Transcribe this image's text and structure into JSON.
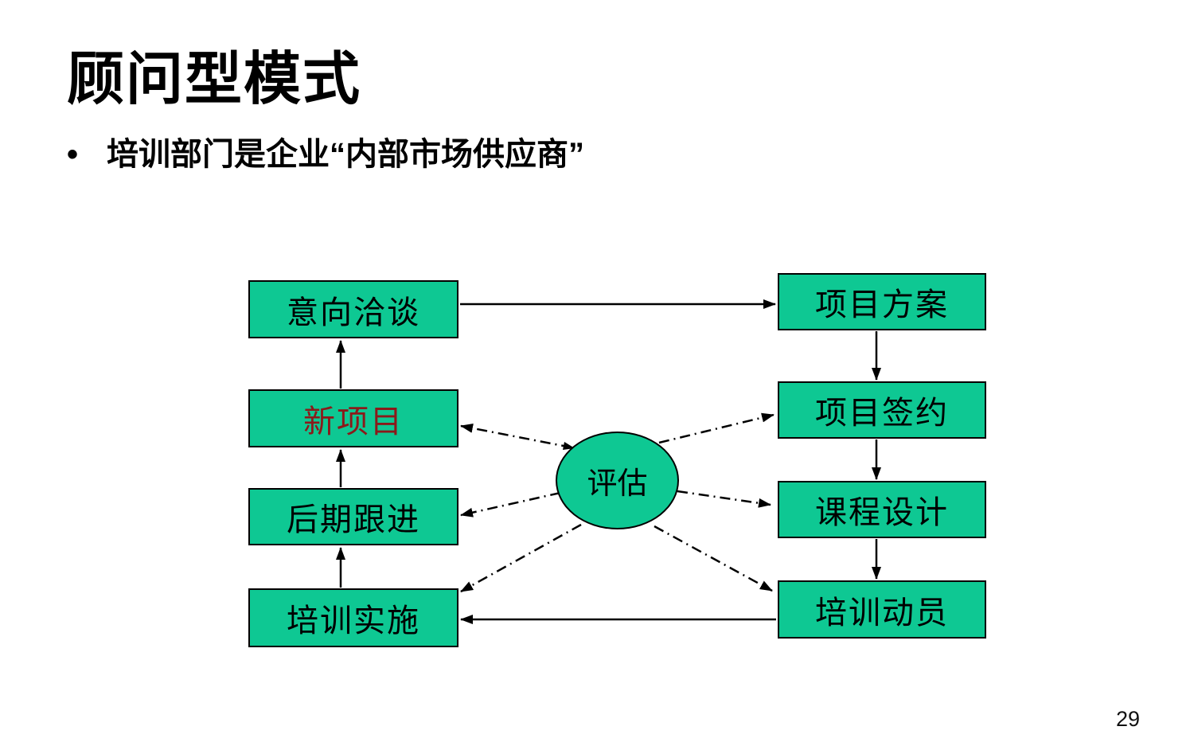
{
  "colors": {
    "node_fill": "#0ec893",
    "node_border": "#000000",
    "text": "#000000",
    "highlight_text": "#8b1a1a",
    "background": "#ffffff"
  },
  "slide": {
    "title": "顾问型模式",
    "bullet_marker": "•",
    "bullet": "培训部门是企业“内部市场供应商”",
    "page_number": "29"
  },
  "diagram": {
    "left_column": [
      {
        "label": "意向洽谈",
        "text_color": "#000000"
      },
      {
        "label": "新项目",
        "text_color": "#8b1a1a"
      },
      {
        "label": "后期跟进",
        "text_color": "#000000"
      },
      {
        "label": "培训实施",
        "text_color": "#000000"
      }
    ],
    "right_column": [
      {
        "label": "项目方案"
      },
      {
        "label": "项目签约"
      },
      {
        "label": "课程设计"
      },
      {
        "label": "培训动员"
      }
    ],
    "center_node": {
      "label": "评估",
      "shape": "ellipse"
    },
    "edges_solid": [
      {
        "from": "意向洽谈",
        "to": "项目方案"
      },
      {
        "from": "项目方案",
        "to": "项目签约"
      },
      {
        "from": "项目签约",
        "to": "课程设计"
      },
      {
        "from": "课程设计",
        "to": "培训动员"
      },
      {
        "from": "培训动员",
        "to": "培训实施"
      },
      {
        "from": "培训实施",
        "to": "后期跟进"
      },
      {
        "from": "后期跟进",
        "to": "新项目"
      },
      {
        "from": "新项目",
        "to": "意向洽谈"
      }
    ],
    "edges_dashdot": [
      {
        "from": "评估",
        "to": "新项目",
        "double_headed": true
      },
      {
        "from": "评估",
        "to": "项目签约"
      },
      {
        "from": "评估",
        "to": "后期跟进"
      },
      {
        "from": "评估",
        "to": "课程设计"
      },
      {
        "from": "评估",
        "to": "培训实施"
      },
      {
        "from": "评估",
        "to": "培训动员"
      }
    ]
  }
}
